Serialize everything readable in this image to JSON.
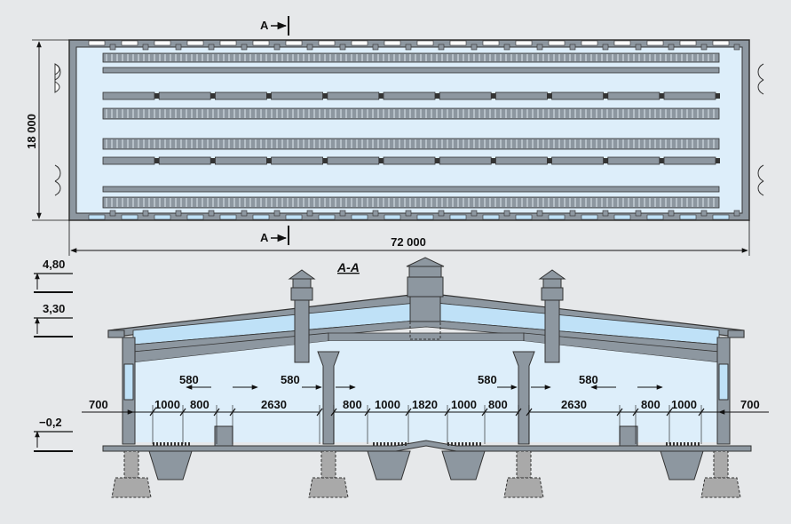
{
  "plan": {
    "width_label": "72 000",
    "height_label": "18 000",
    "section_mark_top": "A",
    "section_mark_bottom": "A"
  },
  "section": {
    "title": "A-A",
    "levels": [
      "4,80",
      "3,30",
      "−0,2"
    ],
    "dims": {
      "left_700": "700",
      "right_700": "700",
      "d1000_a": "1000",
      "d800_a": "800",
      "d2630_a": "2630",
      "d800_b": "800",
      "d1000_b": "1000",
      "d1820": "1820",
      "d1000_c": "1000",
      "d800_c": "800",
      "d2630_b": "2630",
      "d800_d": "800",
      "d1000_d": "1000",
      "d580_a": "580",
      "d580_b": "580",
      "d580_c": "580",
      "d580_d": "580"
    }
  },
  "colors": {
    "background": "#e6e8ea",
    "wall": "#8d97a0",
    "interior": "#ddeefa",
    "glass": "#bfe1f7",
    "line": "#111111"
  }
}
